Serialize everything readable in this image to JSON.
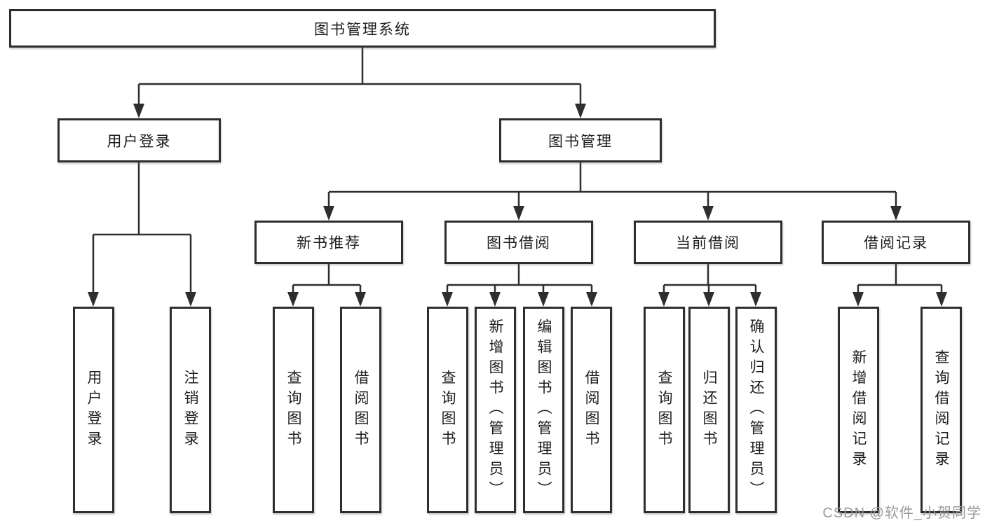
{
  "nodes": {
    "root": "图书管理系统",
    "user_login": "用户登录",
    "book_mgmt": "图书管理",
    "new_book_rec": "新书推荐",
    "book_borrow": "图书借阅",
    "current_borrow": "当前借阅",
    "borrow_record": "借阅记录",
    "leaf_user_login": "用户登录",
    "leaf_logout": "注销登录",
    "leaf_query_book_rec": "查询图书",
    "leaf_borrow_book_rec": "借阅图书",
    "leaf_query_book_borrow": "查询图书",
    "leaf_add_book": "新增图书（管理员）",
    "leaf_edit_book": "编辑图书（管理员）",
    "leaf_borrow_book": "借阅图书",
    "leaf_query_book_current": "查询图书",
    "leaf_return_book": "归还图书",
    "leaf_confirm_return": "确认归还（管理员）",
    "leaf_add_record": "新增借阅记录",
    "leaf_query_record": "查询借阅记录"
  },
  "edges": [
    {
      "from": "root",
      "to": [
        "user_login",
        "book_mgmt"
      ]
    },
    {
      "from": "user_login",
      "to": [
        "leaf_user_login",
        "leaf_logout"
      ]
    },
    {
      "from": "book_mgmt",
      "to": [
        "new_book_rec",
        "book_borrow",
        "current_borrow",
        "borrow_record"
      ]
    },
    {
      "from": "new_book_rec",
      "to": [
        "leaf_query_book_rec",
        "leaf_borrow_book_rec"
      ]
    },
    {
      "from": "book_borrow",
      "to": [
        "leaf_query_book_borrow",
        "leaf_add_book",
        "leaf_edit_book",
        "leaf_borrow_book"
      ]
    },
    {
      "from": "current_borrow",
      "to": [
        "leaf_query_book_current",
        "leaf_return_book",
        "leaf_confirm_return"
      ]
    },
    {
      "from": "borrow_record",
      "to": [
        "leaf_add_record",
        "leaf_query_record"
      ]
    }
  ],
  "watermark": "CSDN @软件_小贺同学",
  "colors": {
    "line": "#2e2e2e",
    "box_border": "#2e2e2e",
    "text": "#1d1d1d",
    "watermark": "#9a9a9a",
    "background": "#ffffff"
  }
}
